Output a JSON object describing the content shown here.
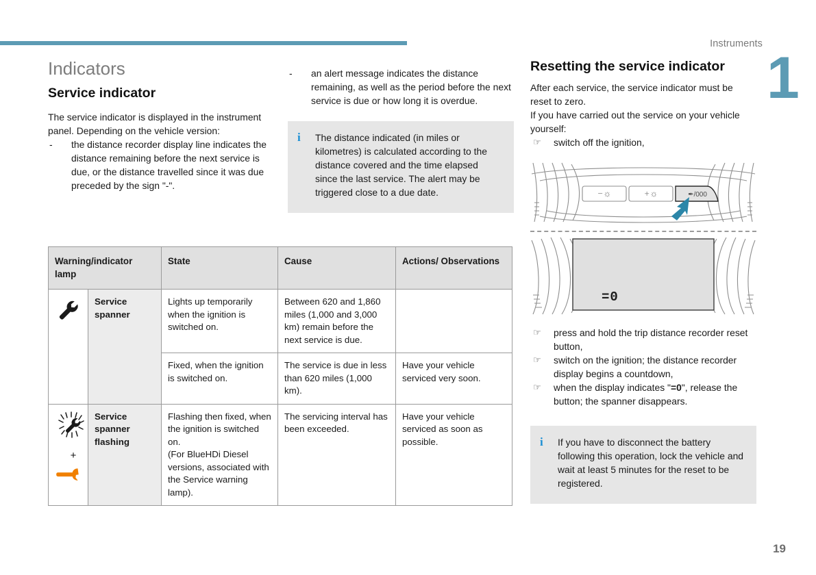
{
  "header": {
    "running_head": "Instruments",
    "chapter_number": "1"
  },
  "footer": {
    "page_number": "19"
  },
  "left_column": {
    "section_title": "Indicators",
    "sub_title": "Service indicator",
    "intro": "The service indicator is displayed in the instrument panel. Depending on the vehicle version:",
    "bullets": [
      {
        "marker": "-",
        "text": "the distance recorder display line indicates the distance remaining before the next service is due, or the distance travelled since it was due preceded by the sign \"-\"."
      }
    ]
  },
  "middle_column": {
    "bullets": [
      {
        "marker": "-",
        "text": "an alert message indicates the distance remaining, as well as the period before the next service is due or how long it is overdue."
      }
    ],
    "info_box": {
      "icon": "info-icon",
      "text": "The distance indicated (in miles or kilometres) is calculated according to the distance covered and the time elapsed since the last service. The alert may be triggered close to a due date."
    }
  },
  "right_column": {
    "sub_title": "Resetting the service indicator",
    "intro": "After each service, the service indicator must be reset to zero.\nIf you have carried out the service on your vehicle yourself:",
    "steps_before": [
      {
        "marker": "☞",
        "text": "switch off the ignition,"
      }
    ],
    "illustration_top": {
      "name": "instrument-panel-buttons-illustration",
      "buttons": [
        {
          "label": "−☼",
          "name": "dim-brightness-button"
        },
        {
          "label": "+☼",
          "name": "increase-brightness-button"
        },
        {
          "label": "✎ /000",
          "name": "trip-reset-button"
        }
      ],
      "arrow": "blue-pointer-arrow"
    },
    "illustration_bottom": {
      "name": "instrument-display-illustration",
      "display_value": "=0"
    },
    "steps_after": [
      {
        "marker": "☞",
        "text": "press and hold the trip distance recorder reset button,"
      },
      {
        "marker": "☞",
        "text": "switch on the ignition; the distance recorder display begins a countdown,"
      },
      {
        "marker": "☞",
        "text_before": "when the display indicates \"",
        "bold": "=0",
        "text_after": "\", release the button; the spanner disappears."
      }
    ],
    "info_box": {
      "icon": "info-icon",
      "text": "If you have to disconnect the battery following this operation, lock the vehicle and wait at least 5 minutes for the reset to be registered."
    }
  },
  "table": {
    "headers": [
      "Warning/indicator lamp",
      "State",
      "Cause",
      "Actions/ Observations"
    ],
    "rows": [
      {
        "lamp_icon": "service-spanner-icon",
        "lamp_name": "Service spanner",
        "lamp_rowspan": 2,
        "state": "Lights up temporarily when the ignition is switched on.",
        "cause": "Between 620 and 1,860 miles (1,000 and 3,000 km) remain before the next service is due.",
        "actions": ""
      },
      {
        "state": "Fixed, when the ignition is switched on.",
        "cause": "The service is due in less than 620 miles (1,000 km).",
        "actions": "Have your vehicle serviced very soon."
      },
      {
        "lamp_icon": "service-spanner-flashing-icon",
        "lamp_plus": "+",
        "lamp_icon_2": "orange-spanner-icon",
        "lamp_name": "Service spanner flashing",
        "state": "Flashing then fixed, when the ignition is switched on.\n(For BlueHDi Diesel versions, associated with the Service warning lamp).",
        "cause": "The servicing interval has been exceeded.",
        "actions": "Have your vehicle serviced as soon as possible."
      }
    ]
  },
  "colors": {
    "accent_teal": "#5c9bb4",
    "info_blue": "#1b8fd4",
    "info_box_bg": "#e6e6e6",
    "table_header_bg": "#e0e0e0",
    "table_name_bg": "#ececec",
    "orange_spanner": "#f08000"
  }
}
